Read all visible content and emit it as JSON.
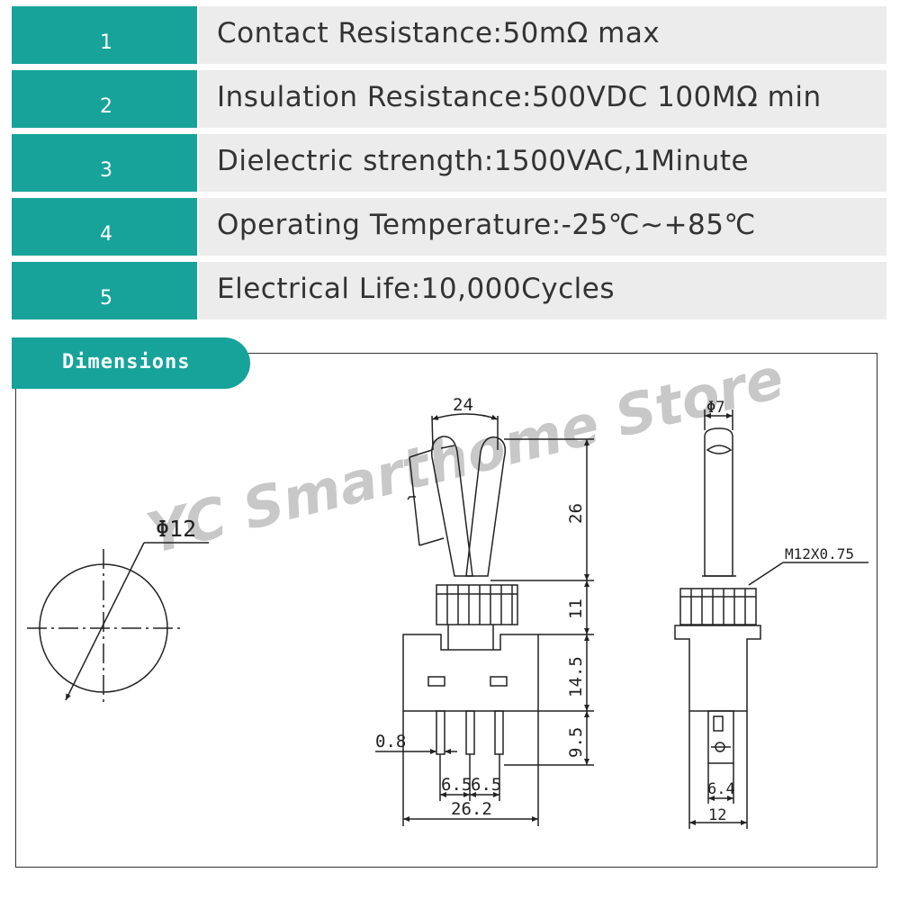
{
  "specs": [
    {
      "num": "1",
      "text": "Contact Resistance:50mΩ max"
    },
    {
      "num": "2",
      "text": "Insulation Resistance:500VDC 100MΩ min"
    },
    {
      "num": "3",
      "text": "Dielectric strength:1500VAC,1Minute"
    },
    {
      "num": "4",
      "text": "Operating Temperature:-25℃~+85℃"
    },
    {
      "num": "5",
      "text": "Electrical Life:10,000Cycles"
    }
  ],
  "section_title": "Dimensions",
  "watermark": "YC Smarthome Store",
  "dimensions": {
    "hole_diameter": "Φ12",
    "lever_angle_width": "24",
    "lever_height": "26",
    "bushing_height": "11",
    "body_height": "14.5",
    "terminal_length": "9.5",
    "terminal_thickness": "0.8",
    "terminal_pitch_left": "6.5",
    "terminal_pitch_right": "6.5",
    "body_width": "26.2",
    "lever_diameter": "Φ7",
    "thread": "M12X0.75",
    "terminal_width": "6.4",
    "side_width": "12"
  },
  "colors": {
    "accent": "#17a39a",
    "row_bg": "#ececec",
    "line": "#222222"
  }
}
